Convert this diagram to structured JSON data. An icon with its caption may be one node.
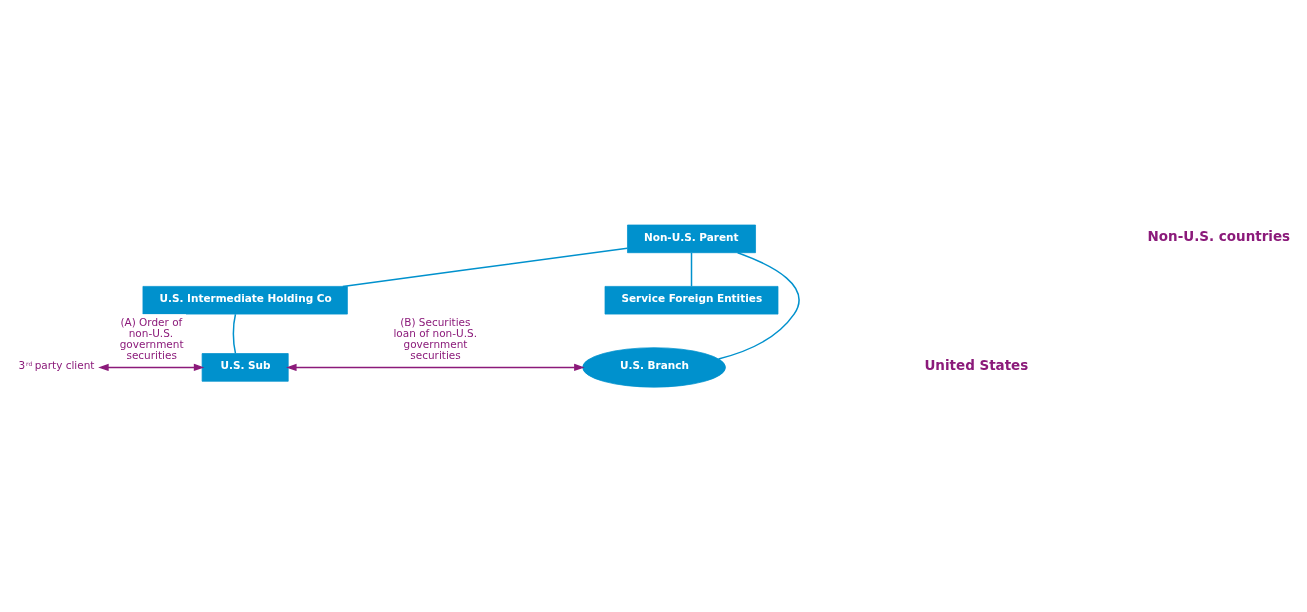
{
  "diagram": {
    "nodes": [
      {
        "text": [
          "Non-U.S. Parent"
        ]
      },
      {
        "text": [
          "Service Foreign Entities"
        ]
      },
      {
        "text": [
          "U.S. Intermediate Holding Co"
        ]
      },
      {
        "text": [
          "U.S. Sub"
        ]
      },
      {
        "text": [
          "U.S. Branch"
        ]
      },
      {
        "text": [
          "3$^{rd}$ party client"
        ]
      }
    ],
    "edges": [
      {
        "from": 0,
        "to": 1,
        "arrow": "none"
      },
      {
        "from": 0,
        "to": 2,
        "arrow": "none"
      },
      {
        "from": 0,
        "to": 4,
        "arrow": "none"
      },
      {
        "from": 2,
        "to": 3,
        "arrow": "none"
      },
      {
        "from": 5,
        "to": 3,
        "arrow": "both",
        "label": "(A) Order of non-U.S. government securities",
        "color": "#8b1a7a"
      },
      {
        "from": 3,
        "to": 4,
        "arrow": "both",
        "label": "(B) Securities loan of non-U.S. government securities",
        "color": "#8b1a7a"
      }
    ],
    "labels": [
      "Non-U.S. countries",
      "United States"
    ]
  }
}
